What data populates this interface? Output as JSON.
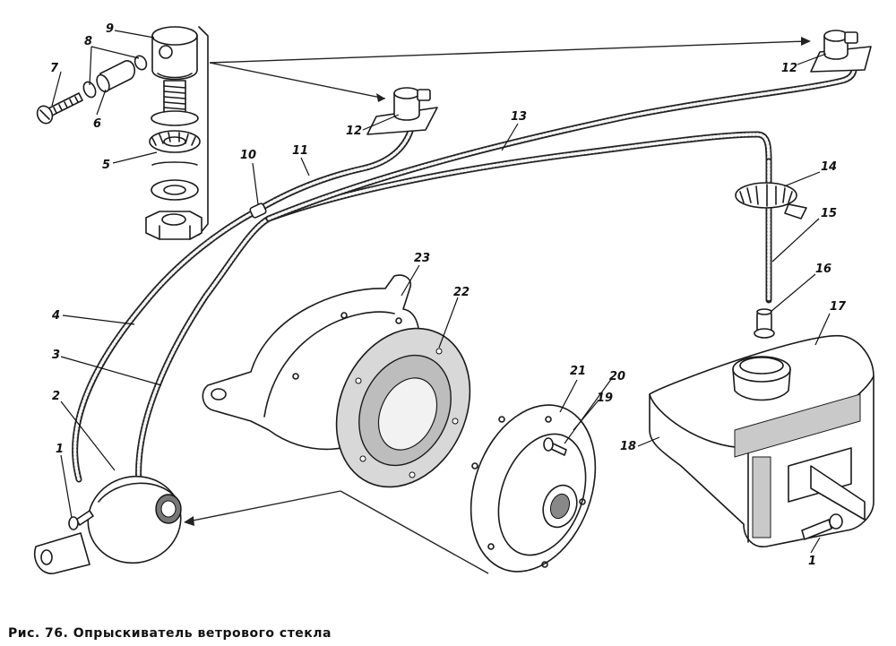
{
  "caption": "Рис. 76. Опрыскиватель ветрового стекла",
  "callouts": {
    "c1a": "1",
    "c1b": "1",
    "c2": "2",
    "c3": "3",
    "c4": "4",
    "c5": "5",
    "c6": "6",
    "c7": "7",
    "c8": "8",
    "c9": "9",
    "c10": "10",
    "c11": "11",
    "c12a": "12",
    "c12b": "12",
    "c13": "13",
    "c14": "14",
    "c15": "15",
    "c16": "16",
    "c17": "17",
    "c18": "18",
    "c19": "19",
    "c20": "20",
    "c21": "21",
    "c22": "22",
    "c23": "23"
  }
}
